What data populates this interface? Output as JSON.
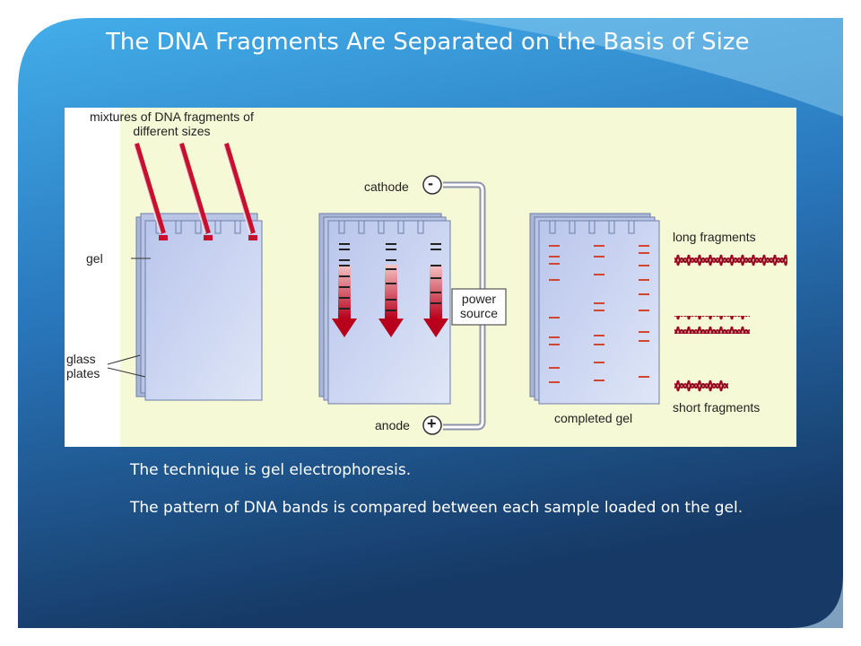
{
  "slide": {
    "title": "The DNA Fragments Are Separated on the Basis of Size",
    "paragraphs": [
      "The technique is gel electrophoresis.",
      "The pattern of DNA bands is compared between each sample loaded on the gel."
    ]
  },
  "figure": {
    "label_mixtures": "mixtures of DNA fragments of\ndifferent sizes",
    "label_gel": "gel",
    "label_glass_plates": "glass\nplates",
    "label_cathode": "cathode",
    "label_anode": "anode",
    "label_power_source": "power\nsource",
    "label_long_fragments": "long fragments",
    "label_short_fragments": "short fragments",
    "label_completed_gel": "completed gel",
    "symbol_minus": "-",
    "symbol_plus": "+"
  },
  "colors": {
    "slide_blue_top": "#3da7e8",
    "slide_blue_bottom": "#173a6a",
    "figure_bg": "#f5f9d6",
    "gel": "#c9d3ef",
    "dna_red": "#c8102e",
    "band_red": "#d2452f"
  }
}
